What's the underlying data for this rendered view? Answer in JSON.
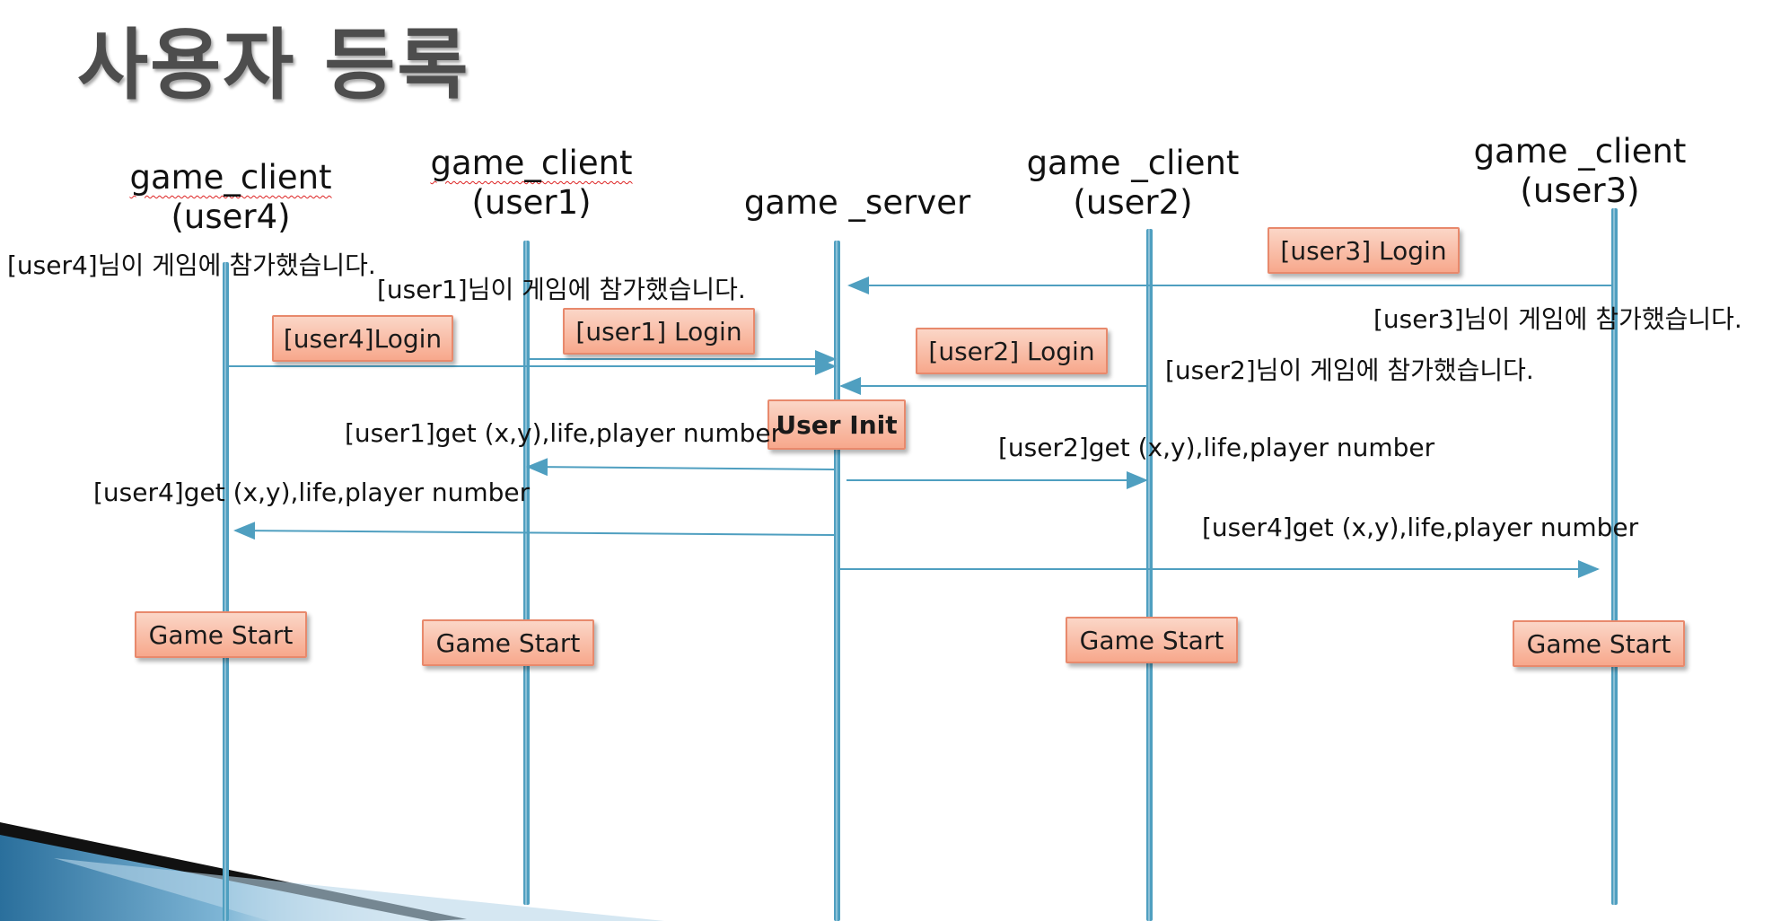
{
  "title": "사용자 등록",
  "lifeline_color": "#4f9fc0",
  "box_fill": "#f7a88c",
  "participants": [
    {
      "name": "game_client",
      "sub": "(user4)"
    },
    {
      "name": "game_client",
      "sub": "(user1)"
    },
    {
      "name": "game _server",
      "sub": ""
    },
    {
      "name": "game _client",
      "sub": "(user2)"
    },
    {
      "name": "game _client",
      "sub": "(user3)"
    }
  ],
  "boxes": {
    "user3_login": "[user3] Login",
    "user1_login": "[user1] Login",
    "user4_login": "[user4]Login",
    "user2_login": "[user2] Login",
    "user_init": "User Init",
    "game_start_1": "Game Start",
    "game_start_2": "Game Start",
    "game_start_3": "Game Start",
    "game_start_4": "Game Start"
  },
  "labels": {
    "user4_joined": "[user4]님이 게임에 참가했습니다.",
    "user1_joined": "[user1]님이 게임에 참가했습니다.",
    "user3_joined": "[user3]님이 게임에 참가했습니다.",
    "user2_joined": "[user2]님이 게임에 참가했습니다.",
    "user1_get": "[user1]get (x,y),life,player number",
    "user2_get": "[user2]get (x,y),life,player number",
    "user4_get_left": "[user4]get (x,y),life,player number",
    "user4_get_right": "[user4]get (x,y),life,player number"
  }
}
